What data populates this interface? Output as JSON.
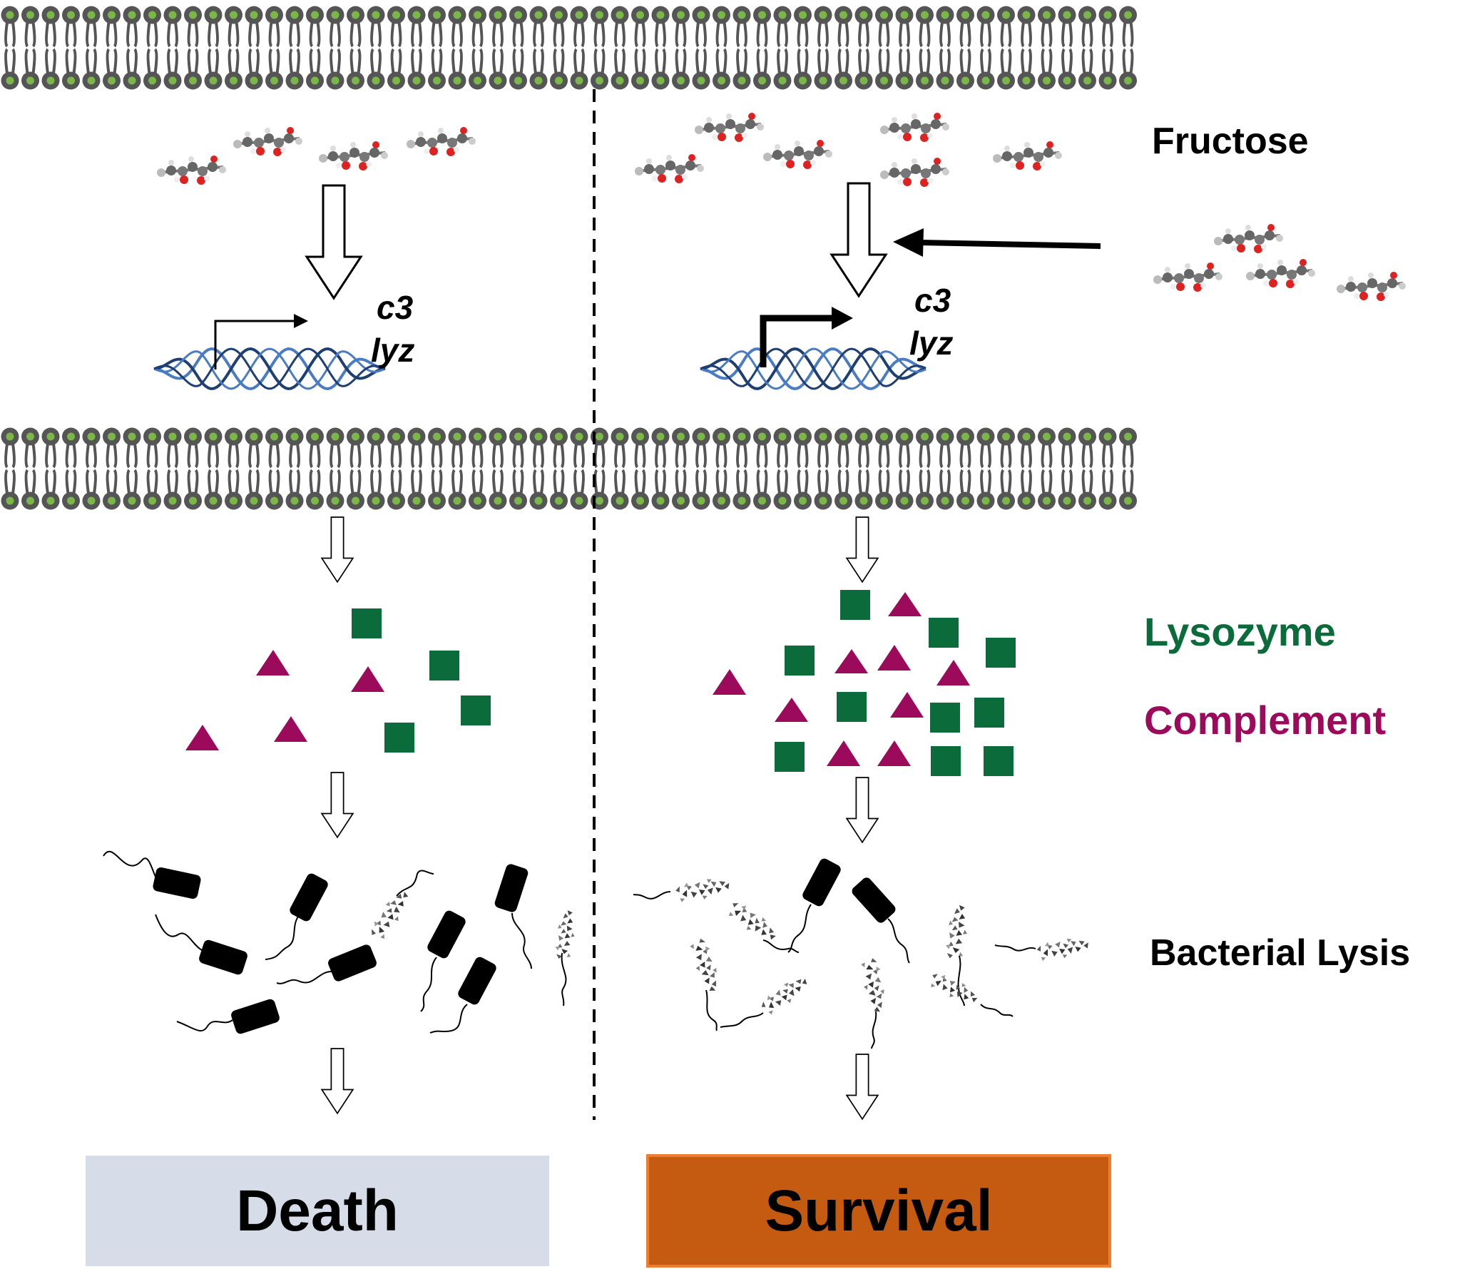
{
  "labels": {
    "fructose": "Fructose",
    "lysozyme": "Lysozyme",
    "complement": "Complement",
    "bacterial_lysis": "Bacterial Lysis"
  },
  "genes": {
    "left": {
      "line1": "c3",
      "line2": "lyz"
    },
    "right": {
      "line1": "c3",
      "line2": "lyz"
    }
  },
  "outcomes": {
    "death": "Death",
    "survival": "Survival"
  },
  "colors": {
    "membrane": "#555555",
    "membrane_head": "#7ab648",
    "lysozyme": "#0b6b3a",
    "complement": "#9c0a5c",
    "dna_light": "#4a7cc4",
    "dna_dark": "#1f3f73",
    "death_box": "#d7dde8",
    "survival_box": "#c55a11",
    "survival_border": "#ed7d31"
  },
  "icons": {
    "fructose_molecule": "ball-and-stick-molecule",
    "promoter_arrow": "bent-arrow",
    "flow_arrow": "hollow-down-arrow",
    "bacterium": "rod-with-flagellum",
    "lysed_bacterium": "fragmented-rod"
  }
}
